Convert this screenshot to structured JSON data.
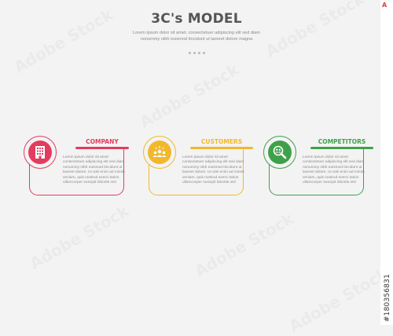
{
  "header": {
    "title": "3C's MODEL",
    "subtitle": "Lorem ipsum dolor sit amet, consectetuer adipiscing elit sed diam nonummy nibh euismod tincidunt ut laoreet dolore magna"
  },
  "cards": [
    {
      "label": "COMPANY",
      "icon": "building-icon",
      "color": "#e33c5e",
      "text": "Lorem ipsum dolor sit amet consectetuer adipiscing elit sed diam nonummy nibh euismod tincidunt ut laoreet dolore. Ut wisi enim ad minim veniam, quis nostrud exerci tation ullamcorper suscipit lobortis nisl"
    },
    {
      "label": "CUSTOMERS",
      "icon": "people-group-icon",
      "color": "#f2b82c",
      "text": "Lorem ipsum dolor sit amet consectetuer adipiscing elit sed diam nonummy nibh euismod tincidunt ut laoreet dolore. Ut wisi enim ad minim veniam, quis nostrud exerci tation ullamcorper suscipit lobortis nisl"
    },
    {
      "label": "COMPETITORS",
      "icon": "magnifier-people-icon",
      "color": "#3fa04a",
      "text": "Lorem ipsum dolor sit amet consectetuer adipiscing elit sed diam nonummy nibh euismod tincidunt ut laoreet dolore. Ut wisi enim ad minim veniam, quis nostrud exerci tation ullamcorper suscipit lobortis nisl"
    }
  ],
  "watermark": {
    "brand": "Adobe Stock",
    "stock_id": "#180356831"
  }
}
